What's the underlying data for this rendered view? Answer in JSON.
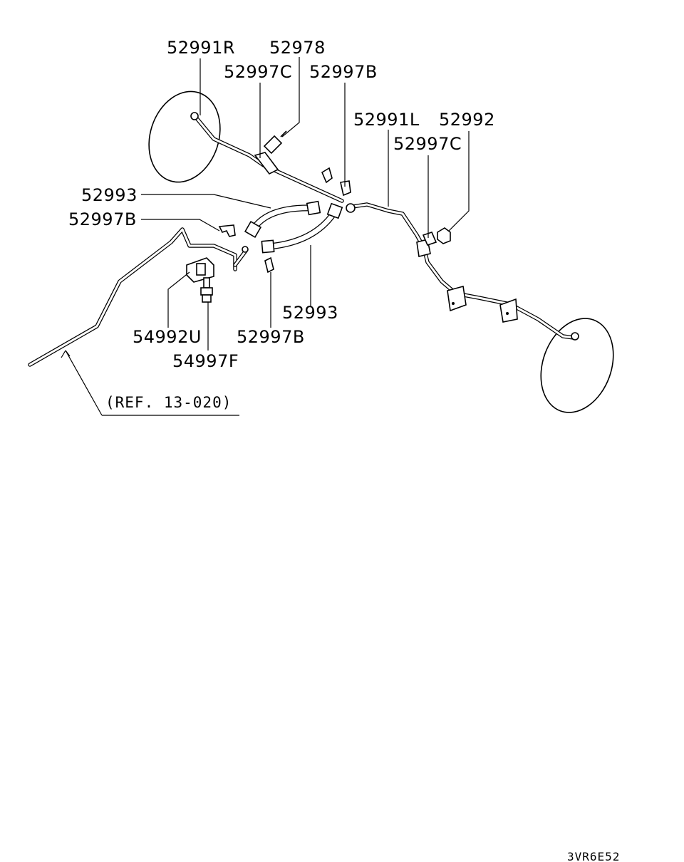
{
  "diagram": {
    "callouts": {
      "p52991R": "52991R",
      "p52978": "52978",
      "p52997C_top": "52997C",
      "p52997B_top": "52997B",
      "p52991L": "52991L",
      "p52992": "52992",
      "p52997C_right": "52997C",
      "p52993_upper": "52993",
      "p52997B_left": "52997B",
      "p52993_lower": "52993",
      "p54992U": "54992U",
      "p52997B_bottom": "52997B",
      "p54997F": "54997F"
    },
    "reference": "(REF. 13-020)",
    "drawing_code": "3VR6E52"
  }
}
